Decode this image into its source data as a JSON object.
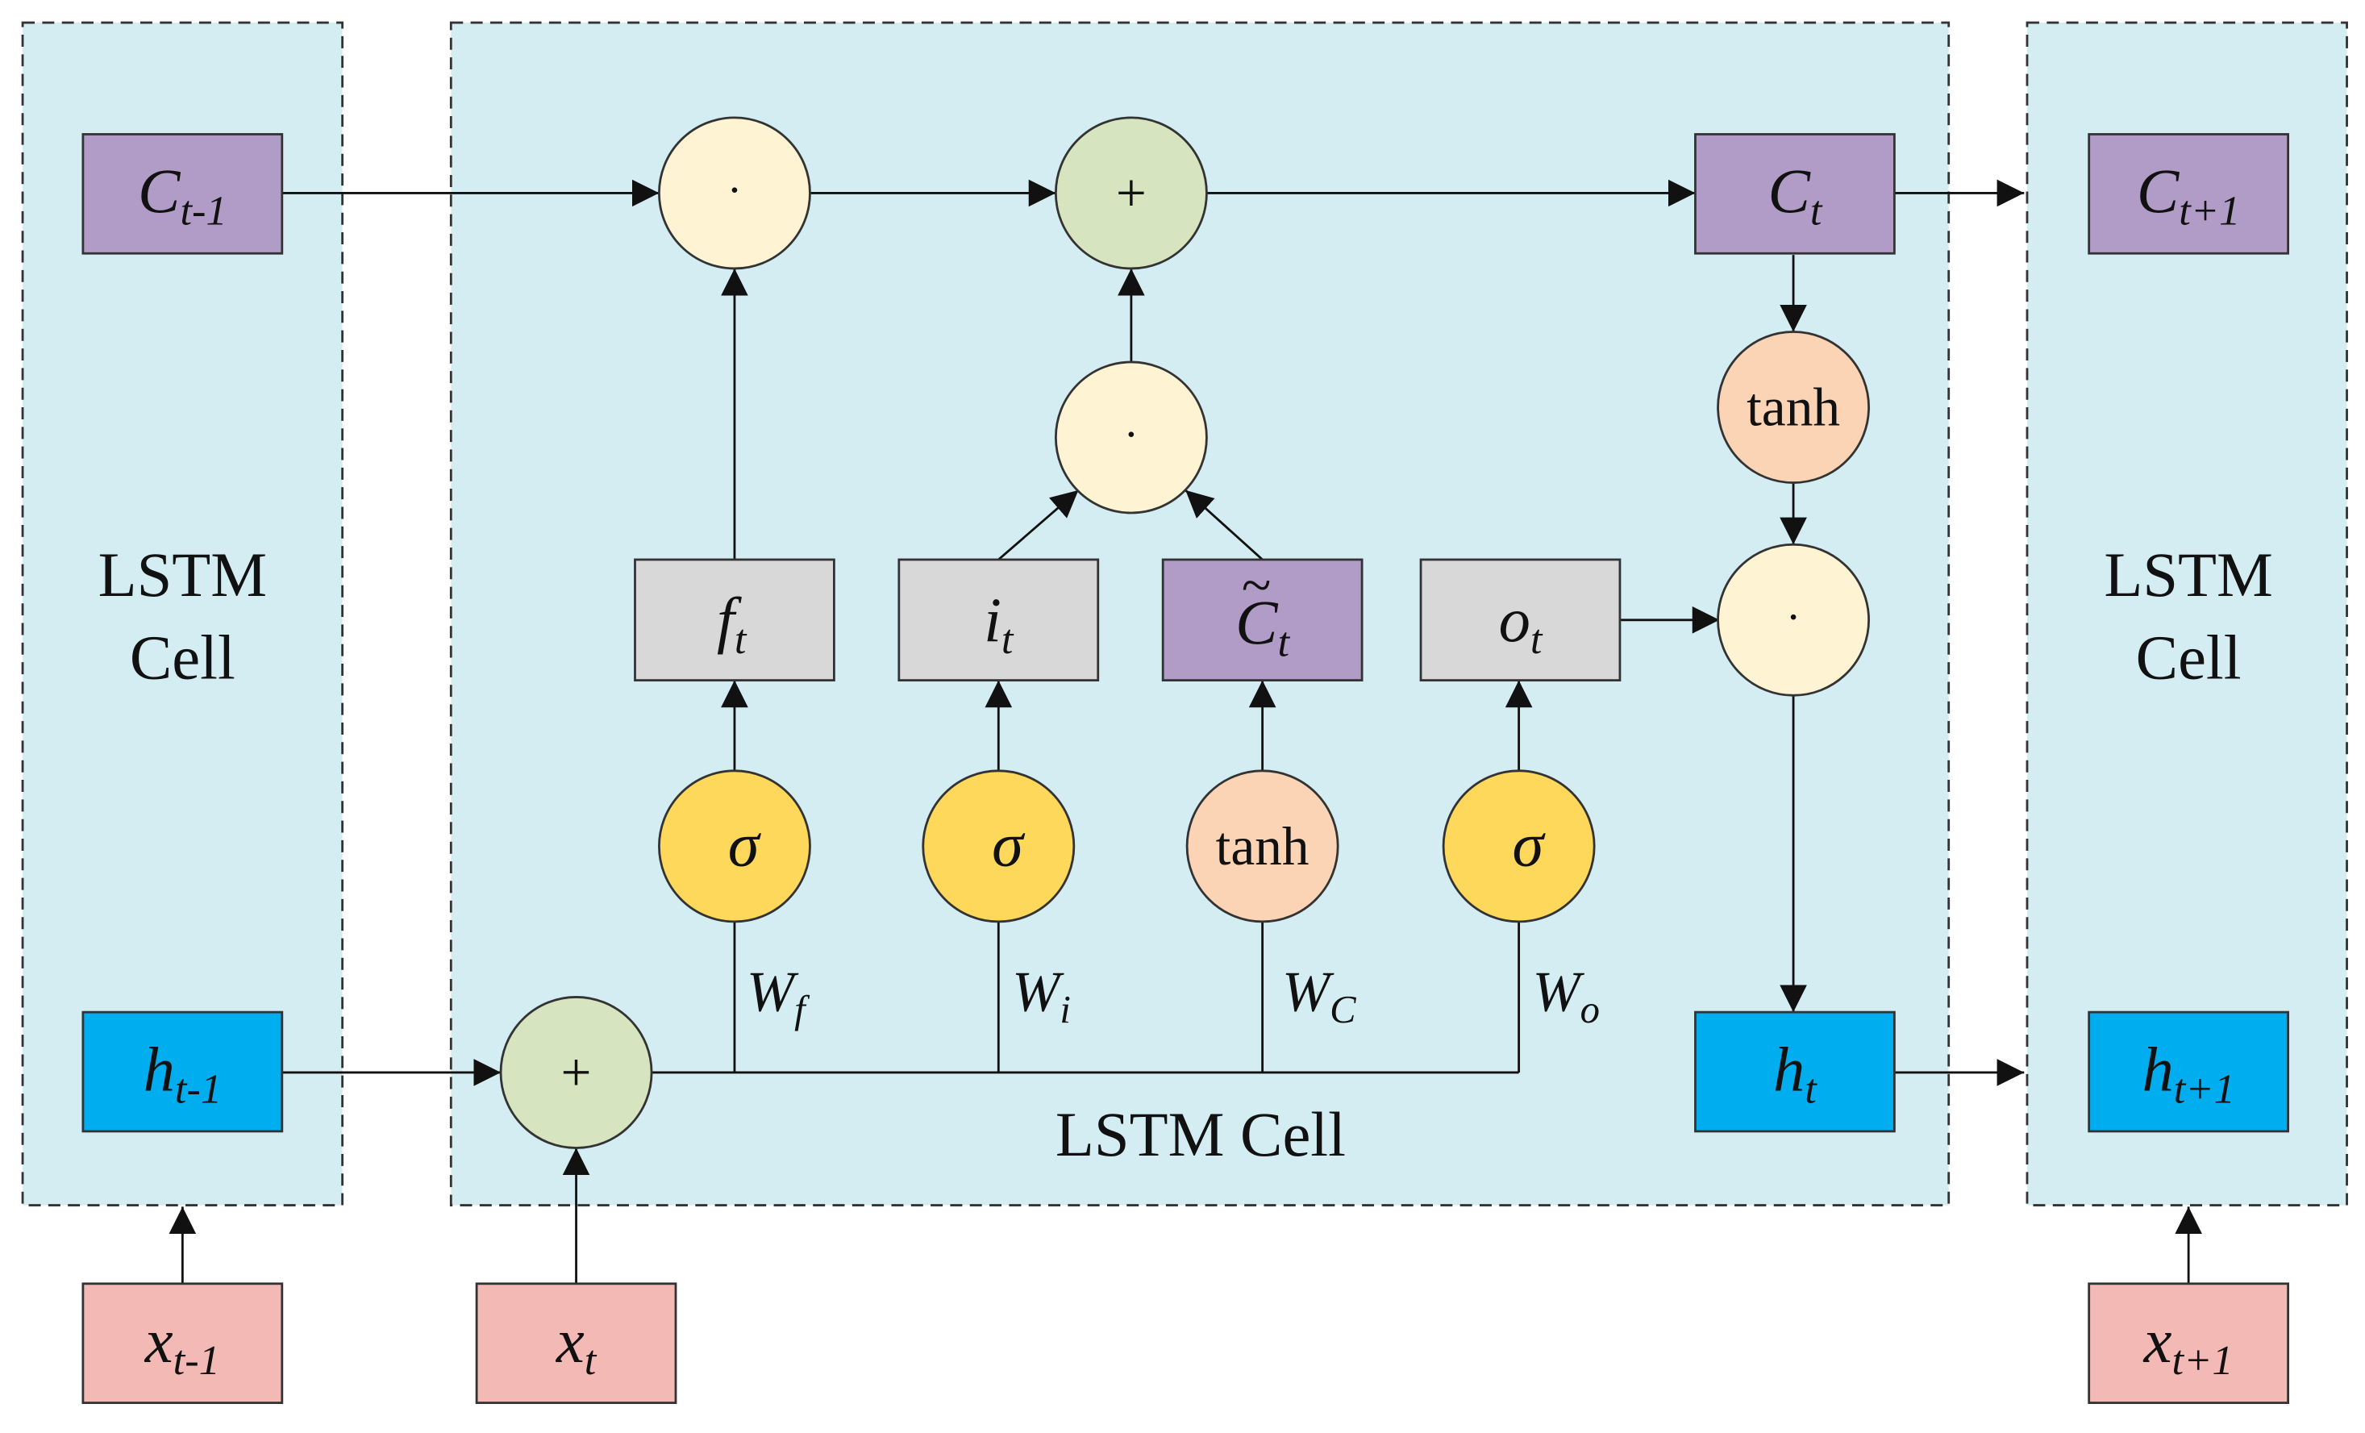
{
  "colors": {
    "cell_bg": "#d4edf2",
    "cell_state": "#b09cc6",
    "hidden_state": "#00adef",
    "input": "#f3b9b5",
    "gate_box": "#d8d8d8",
    "multiply_node": "#fef4d4",
    "add_node": "#d6e4c0",
    "tanh_node": "#fbd4b5",
    "sigma_node": "#fdd85a",
    "line": "#111111"
  },
  "cells": {
    "left": {
      "line1": "LSTM",
      "line2": "Cell"
    },
    "center": {
      "label": "LSTM Cell"
    },
    "right": {
      "line1": "LSTM",
      "line2": "Cell"
    }
  },
  "states": {
    "c_prev": {
      "base": "C",
      "sub": "t-1"
    },
    "c_t": {
      "base": "C",
      "sub": "t"
    },
    "c_next": {
      "base": "C",
      "sub": "t+1"
    },
    "h_prev": {
      "base": "h",
      "sub": "t-1"
    },
    "h_t": {
      "base": "h",
      "sub": "t"
    },
    "h_next": {
      "base": "h",
      "sub": "t+1"
    },
    "x_prev": {
      "base": "x",
      "sub": "t-1"
    },
    "x_t": {
      "base": "x",
      "sub": "t"
    },
    "x_next": {
      "base": "x",
      "sub": "t+1"
    }
  },
  "gates": {
    "forget": {
      "base": "f",
      "sub": "t"
    },
    "input": {
      "base": "i",
      "sub": "t"
    },
    "candidate": {
      "tilde": "~",
      "base": "C",
      "sub": "t"
    },
    "output": {
      "base": "o",
      "sub": "t"
    }
  },
  "ops": {
    "multiply": "·",
    "add": "+",
    "tanh": "tanh",
    "sigma": "σ"
  },
  "weights": {
    "wf": {
      "base": "W",
      "sub": "f"
    },
    "wi": {
      "base": "W",
      "sub": "i"
    },
    "wc": {
      "base": "W",
      "sub": "C"
    },
    "wo": {
      "base": "W",
      "sub": "o"
    }
  }
}
